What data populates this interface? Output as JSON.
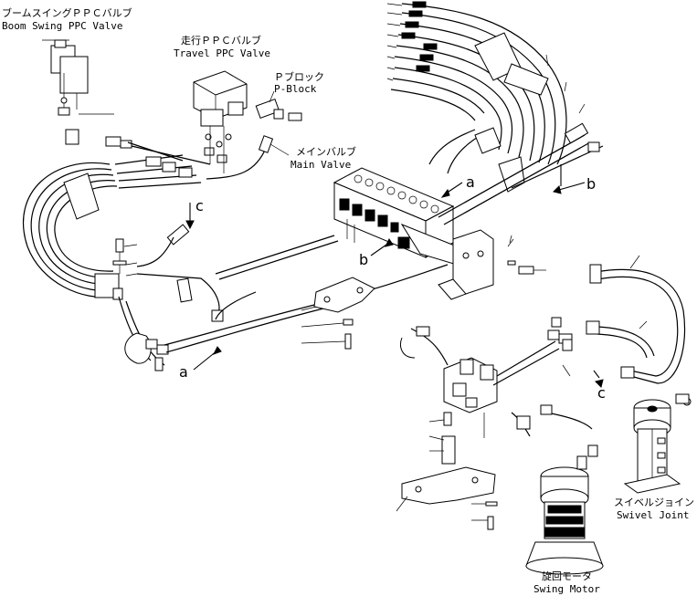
{
  "labels": {
    "boom_swing_jp": "ブームスイングＰＰＣバルブ",
    "boom_swing_en": "Boom Swing PPC Valve",
    "travel_jp": "走行ＰＰＣバルブ",
    "travel_en": "Travel PPC Valve",
    "pblock_jp": "Ｐブロック",
    "pblock_en": "P-Block",
    "main_jp": "メインバルブ",
    "main_en": "Main Valve",
    "swivel_jp": "スイベルジョイント",
    "swivel_en": "Swivel Joint",
    "swing_jp": "旋回モータ",
    "swing_en": "Swing Motor"
  },
  "refs": {
    "a": "a",
    "b": "b",
    "c": "c"
  }
}
